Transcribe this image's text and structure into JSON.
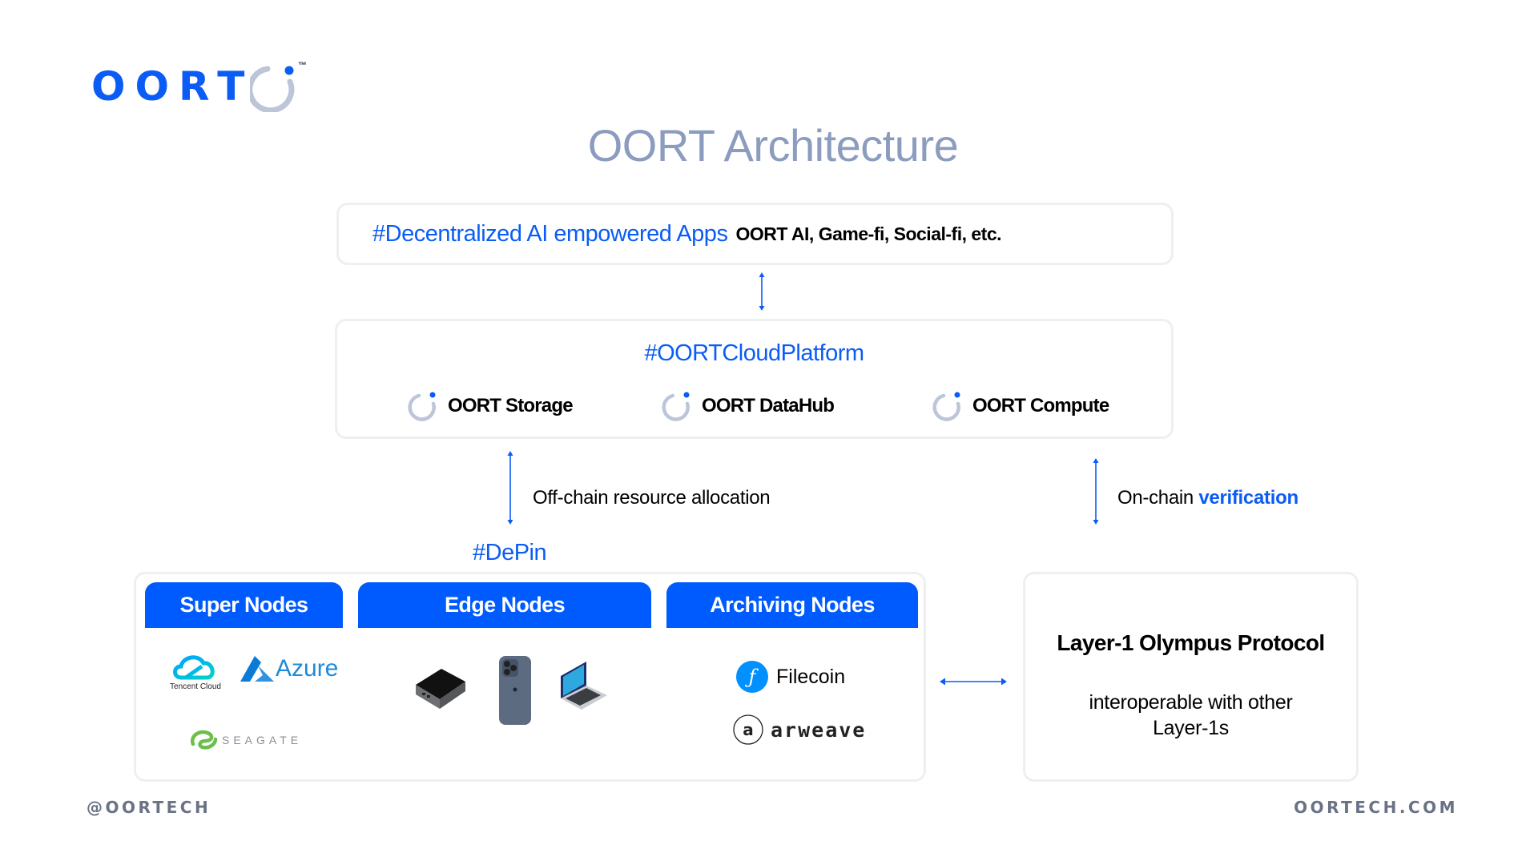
{
  "brand": {
    "logo_text": "OORT",
    "trademark": "™",
    "primary_color": "#0a5cf5",
    "ring_color": "#bcc6d8"
  },
  "title": "OORT Architecture",
  "apps_layer": {
    "tag": "#Decentralized AI empowered Apps",
    "description": "OORT AI, Game-fi, Social-fi, etc."
  },
  "platform_layer": {
    "tag": "#OORTCloudPlatform",
    "items": [
      {
        "label": "OORT Storage",
        "icon": "oort-ring-icon"
      },
      {
        "label": "OORT DataHub",
        "icon": "oort-ring-icon"
      },
      {
        "label": "OORT Compute",
        "icon": "oort-ring-icon"
      }
    ]
  },
  "connections": {
    "off_chain": "Off-chain resource allocation",
    "on_chain_prefix": "On-chain",
    "on_chain_highlight": "verification"
  },
  "depin": {
    "tag": "#DePin",
    "columns": [
      {
        "header": "Super Nodes",
        "logos": [
          "Tencent Cloud",
          "Azure",
          "SEAGATE"
        ]
      },
      {
        "header": "Edge Nodes",
        "devices": [
          "mini-pc",
          "smartphone",
          "laptop"
        ]
      },
      {
        "header": "Archiving Nodes",
        "logos": [
          "Filecoin",
          "arweave"
        ]
      }
    ],
    "header_color": "#005bff"
  },
  "layer1": {
    "title": "Layer-1 Olympus Protocol",
    "description_line1": "interoperable with other",
    "description_line2": "Layer-1s"
  },
  "footer": {
    "handle": "@OORTECH",
    "website": "OORTECH.COM"
  }
}
